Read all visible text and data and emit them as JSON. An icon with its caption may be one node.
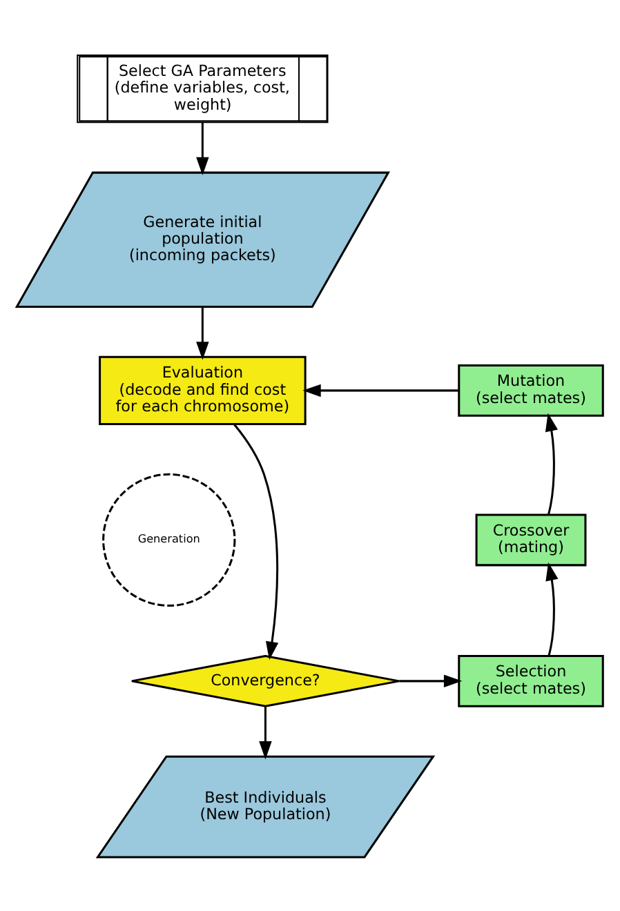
{
  "diagram": {
    "nodes": [
      {
        "text": [
          "Select GA Parameters (define variables, cost, weight)"
        ]
      },
      {
        "text": [
          "Generate initial population (incoming packets)"
        ]
      },
      {
        "text": [
          "Evaluation (decode and find cost for each chromosome)"
        ]
      },
      {
        "text": [
          "Mutation (select mates)"
        ]
      },
      {
        "text": [
          "Generation"
        ]
      },
      {
        "text": [
          "Crossover (mating)"
        ]
      },
      {
        "text": [
          "Convergence?"
        ]
      },
      {
        "text": [
          "Selection (select mates)"
        ]
      },
      {
        "text": [
          "Best Individuals (New Population)"
        ]
      }
    ],
    "edges": [
      {
        "from": 0,
        "to": 1,
        "arrow": "to"
      },
      {
        "from": 1,
        "to": 2,
        "arrow": "to"
      },
      {
        "from": 3,
        "to": 2,
        "arrow": "to"
      },
      {
        "from": 5,
        "to": 3,
        "arrow": "to"
      },
      {
        "from": 2,
        "to": 6,
        "arrow": "to"
      },
      {
        "from": 7,
        "to": 5,
        "arrow": "to"
      },
      {
        "from": 6,
        "to": 7,
        "arrow": "to"
      },
      {
        "from": 6,
        "to": 8,
        "arrow": "to"
      }
    ]
  }
}
